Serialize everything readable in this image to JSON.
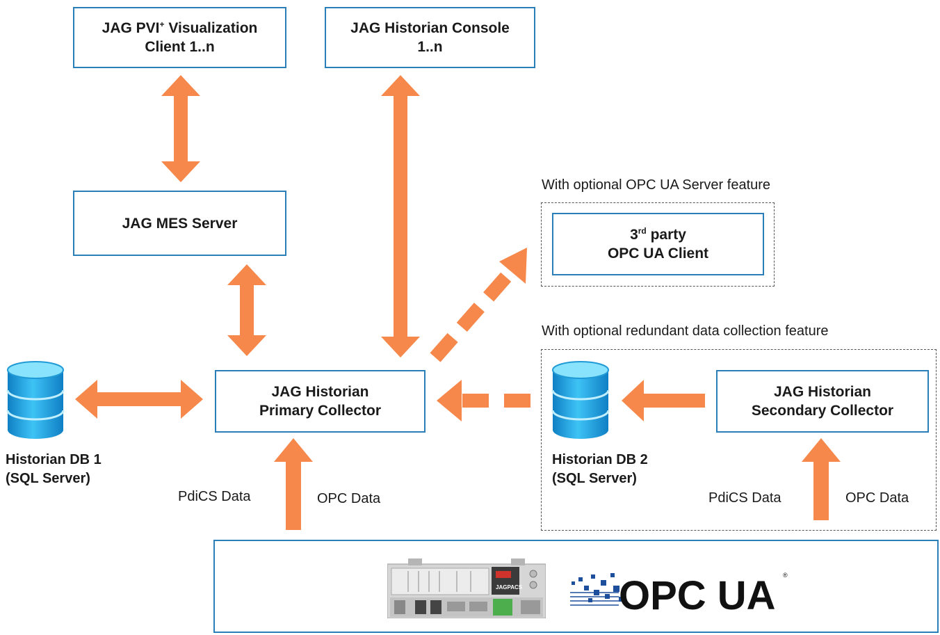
{
  "boxes": {
    "pvi_client": {
      "line1a": "JAG PVI",
      "sup": "+",
      "line1b": " Visualization",
      "line2": "Client 1..n"
    },
    "console": {
      "line1": "JAG Historian Console",
      "line2": "1..n"
    },
    "mes_server": {
      "line1": "JAG MES Server"
    },
    "opc_client": {
      "line1a": "3",
      "sup": "rd",
      "line1b": " party",
      "line2": "OPC UA Client"
    },
    "primary_collector": {
      "line1": "JAG Historian",
      "line2": "Primary Collector"
    },
    "secondary_collector": {
      "line1": "JAG Historian",
      "line2": "Secondary Collector"
    }
  },
  "notes": {
    "opc_server_feature": "With optional OPC UA Server feature",
    "redundant_feature": "With optional redundant data collection feature"
  },
  "databases": {
    "db1": {
      "line1": "Historian DB 1",
      "line2": "(SQL Server)"
    },
    "db2": {
      "line1": "Historian DB 2",
      "line2": "(SQL Server)"
    }
  },
  "flow_labels": {
    "primary_pdics": "PdiCS Data",
    "primary_opc": "OPC Data",
    "secondary_pdics": "PdiCS Data",
    "secondary_opc": "OPC Data"
  },
  "device": {
    "brand_label": "JAGPACS",
    "opc_logo_text": "OPC UA",
    "opc_logo_mark": "®"
  },
  "colors": {
    "arrow": "#f5884a",
    "box_border": "#2a7fb8",
    "dashed_border": "#555555",
    "db_top": "#7fdcfb",
    "db_body": "#1f9ad6"
  }
}
